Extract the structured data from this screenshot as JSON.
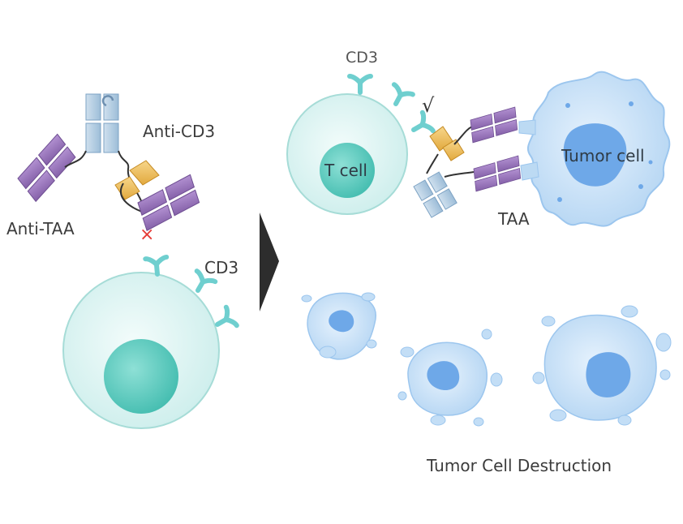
{
  "labels": {
    "anti_cd3": "Anti-CD3",
    "anti_taa": "Anti-TAA",
    "cd3_bottom": "CD3",
    "cd3_top": "CD3",
    "t_cell": "T cell",
    "tumor_cell": "Tumor cell",
    "taa": "TAA",
    "check_mark": "√",
    "cross_mark": "×",
    "caption": "Tumor Cell Destruction"
  },
  "colors": {
    "cell_fill": "#d9f4f2",
    "cell_edge": "#9fd8d4",
    "nucleus": "#5ccabd",
    "receptor": "#6fcfcf",
    "cd3_arm": "#b9d3e6",
    "taa_arm": "#9c77bb",
    "linker": "#f0c36a",
    "tumor": "#c3def6",
    "tumor_nucleus": "#6ea8e8",
    "arrow": "#2d2d2d",
    "cross": "#e53935"
  }
}
